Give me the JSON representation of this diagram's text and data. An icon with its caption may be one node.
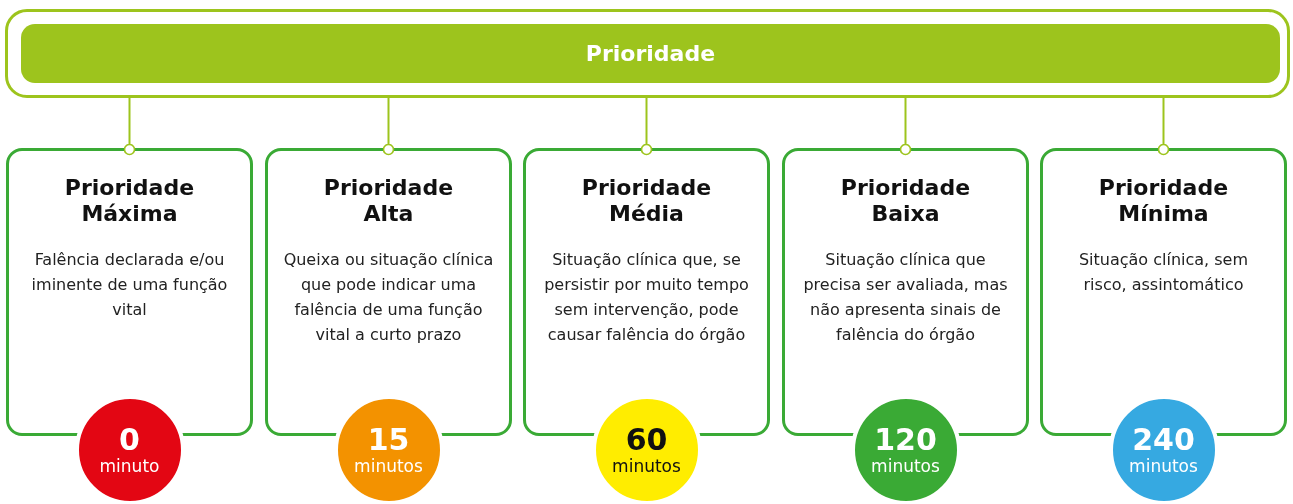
{
  "diagram": {
    "nodes": [
      {
        "text": [],
        "shape": "box"
      },
      {
        "text": [
          "Prioridade"
        ],
        "in": 0
      },
      {
        "text": [
          "Prioridade Máxima",
          "Falência declarada e/ou iminente de uma função vital"
        ]
      },
      {
        "text": [
          "Prioridade Alta",
          "Queixa ou situação clínica que pode indicar uma falência de uma função vital a curto prazo"
        ]
      },
      {
        "text": [
          "Prioridade Média",
          "Situação clínica que, se persistir por muito tempo sem intervenção, pode causar falência do órgão"
        ]
      },
      {
        "text": [
          "Prioridade Baixa",
          "Situação clínica que precisa ser avaliada, mas não apresenta sinais de falência do órgão"
        ]
      },
      {
        "text": [
          "Prioridade Mínima",
          "Situação clínica, sem risco, assintomático"
        ]
      },
      {
        "text": [
          "0",
          "minuto"
        ]
      },
      {
        "text": [
          "15",
          "minutos"
        ]
      },
      {
        "text": [
          "60",
          "minutos"
        ]
      },
      {
        "text": [
          "120",
          "minutos"
        ]
      },
      {
        "text": [
          "240",
          "minutos"
        ]
      }
    ],
    "edges": [
      {
        "from": 0,
        "to": 2,
        "arrow": "other"
      },
      {
        "from": 0,
        "to": 3,
        "arrow": "other"
      },
      {
        "from": 0,
        "to": 4,
        "arrow": "other"
      },
      {
        "from": 0,
        "to": 5,
        "arrow": "other"
      },
      {
        "from": 0,
        "to": 6,
        "arrow": "other"
      }
    ]
  }
}
